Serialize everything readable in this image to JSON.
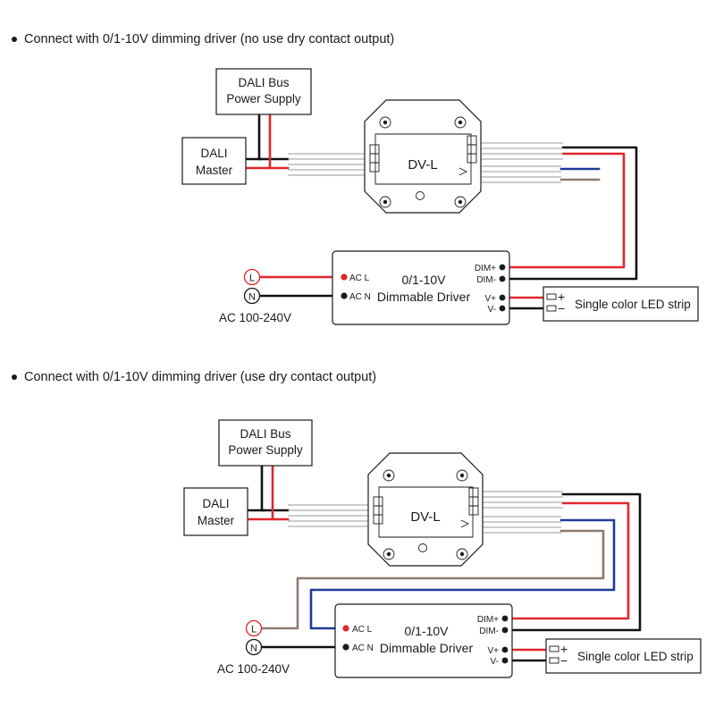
{
  "colors": {
    "black_wire": "#111111",
    "red_wire": "#e0262b",
    "blue_wire": "#1f3b98",
    "brown_wire": "#8c7b6e",
    "ribbon": "#9a9a9a",
    "live_terminal": "#e0262b",
    "neutral_terminal": "#1a1a1a"
  },
  "diagrams": [
    {
      "heading": "Connect with 0/1-10V dimming driver (no use dry contact output)",
      "bus_supply": {
        "line1": "DALI Bus",
        "line2": "Power Supply"
      },
      "master": {
        "line1": "DALI",
        "line2": "Master"
      },
      "module": {
        "name": "DV-L"
      },
      "driver": {
        "ac_l": "AC L",
        "ac_n": "AC N",
        "title_line1": "0/1-10V",
        "title_line2": "Dimmable Driver",
        "dim_plus": "DIM+",
        "dim_minus": "DIM-",
        "v_plus": "V+",
        "v_minus": "V-"
      },
      "live_symbol": "L",
      "neutral_symbol": "N",
      "mains": "AC 100-240V",
      "led_strip": {
        "label": "Single color LED strip",
        "plus": "+",
        "minus": "−"
      }
    },
    {
      "heading": "Connect with 0/1-10V dimming driver (use dry contact output)",
      "bus_supply": {
        "line1": "DALI Bus",
        "line2": "Power Supply"
      },
      "master": {
        "line1": "DALI",
        "line2": "Master"
      },
      "module": {
        "name": "DV-L"
      },
      "driver": {
        "ac_l": "AC L",
        "ac_n": "AC N",
        "title_line1": "0/1-10V",
        "title_line2": "Dimmable Driver",
        "dim_plus": "DIM+",
        "dim_minus": "DIM-",
        "v_plus": "V+",
        "v_minus": "V-"
      },
      "live_symbol": "L",
      "neutral_symbol": "N",
      "mains": "AC 100-240V",
      "led_strip": {
        "label": "Single color LED strip",
        "plus": "+",
        "minus": "−"
      }
    }
  ]
}
